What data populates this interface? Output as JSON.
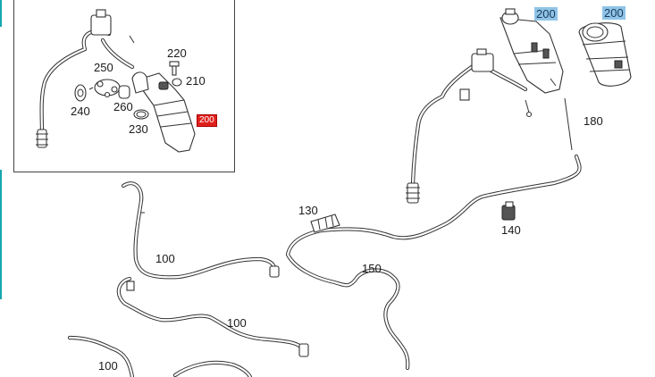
{
  "diagram": {
    "labels": {
      "l100a": "100",
      "l100b": "100",
      "l100c": "100",
      "l130": "130",
      "l140": "140",
      "l150": "150",
      "l180": "180",
      "l200a": "200",
      "l200b": "200",
      "l210": "210",
      "l220": "220",
      "l230": "230",
      "l240": "240",
      "l250": "250",
      "l260": "260",
      "l200c": "200"
    },
    "colors": {
      "highlight_blue": "#8fc4e8",
      "highlight_red": "#e0201c",
      "edge_bar": "#16a7b0",
      "line": "#333333"
    }
  }
}
